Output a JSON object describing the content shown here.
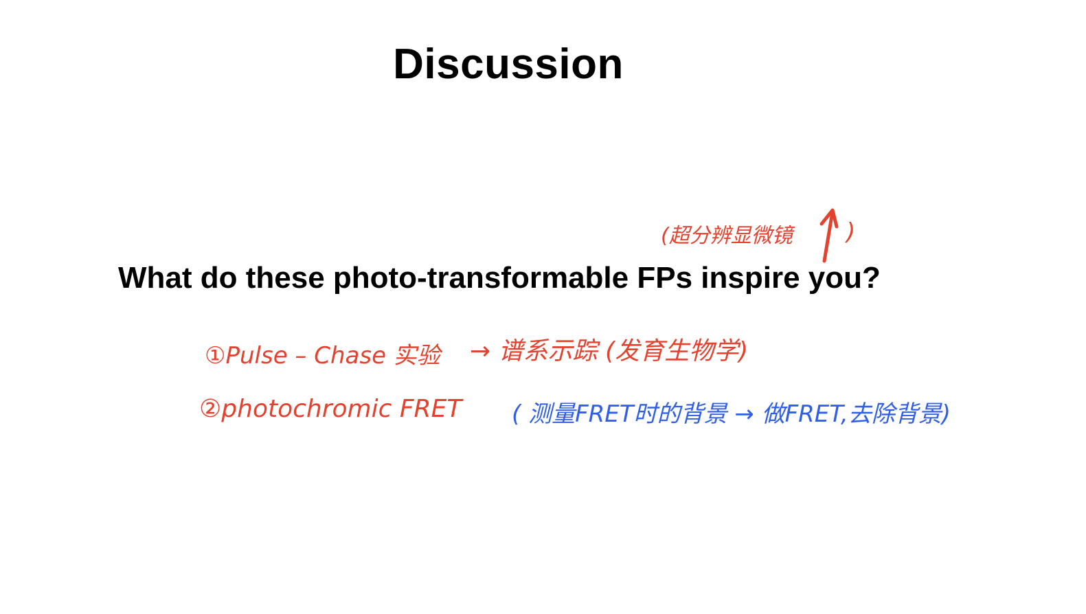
{
  "slide": {
    "title": "Discussion",
    "question": "What do these photo-transformable FPs inspire you?"
  },
  "handwritten_notes": {
    "top_annotation": "(超分辨显微镜",
    "top_annotation_close": ")",
    "item1_left": "①Pulse – Chase 实验",
    "item1_right": "→ 谱系示踪 (发育生物学)",
    "item2_left": "②photochromic FRET",
    "item2_right": "( 测量FRET时的背景 → 做FRET,去除背景)"
  },
  "colors": {
    "annotation_red": "#e4422f",
    "annotation_blue": "#2f5ee8",
    "text": "#000000",
    "background": "#ffffff"
  }
}
